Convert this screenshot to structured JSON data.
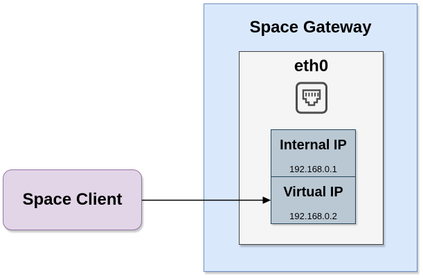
{
  "space_gateway": {
    "title": "Space Gateway"
  },
  "eth0": {
    "title": "eth0",
    "icon": "ethernet-port-icon"
  },
  "internal_ip": {
    "label": "Internal IP",
    "address": "192.168.0.1"
  },
  "virtual_ip": {
    "label": "Virtual IP",
    "address": "192.168.0.2"
  },
  "space_client": {
    "label": "Space Client"
  },
  "connector": {
    "from": "space-client",
    "to": "virtual-ip",
    "style": "arrow"
  },
  "colors": {
    "gateway_fill": "#dae8fc",
    "gateway_stroke": "#6c8ebf",
    "eth0_fill": "#f5f5f5",
    "eth0_stroke": "#404040",
    "ip_fill": "#bac8d3",
    "ip_stroke": "#23445d",
    "client_fill": "#e1d5e7",
    "client_stroke": "#9673a6",
    "arrow_color": "#000000",
    "icon_color": "#4d4d4d",
    "text_color": "#000000"
  }
}
